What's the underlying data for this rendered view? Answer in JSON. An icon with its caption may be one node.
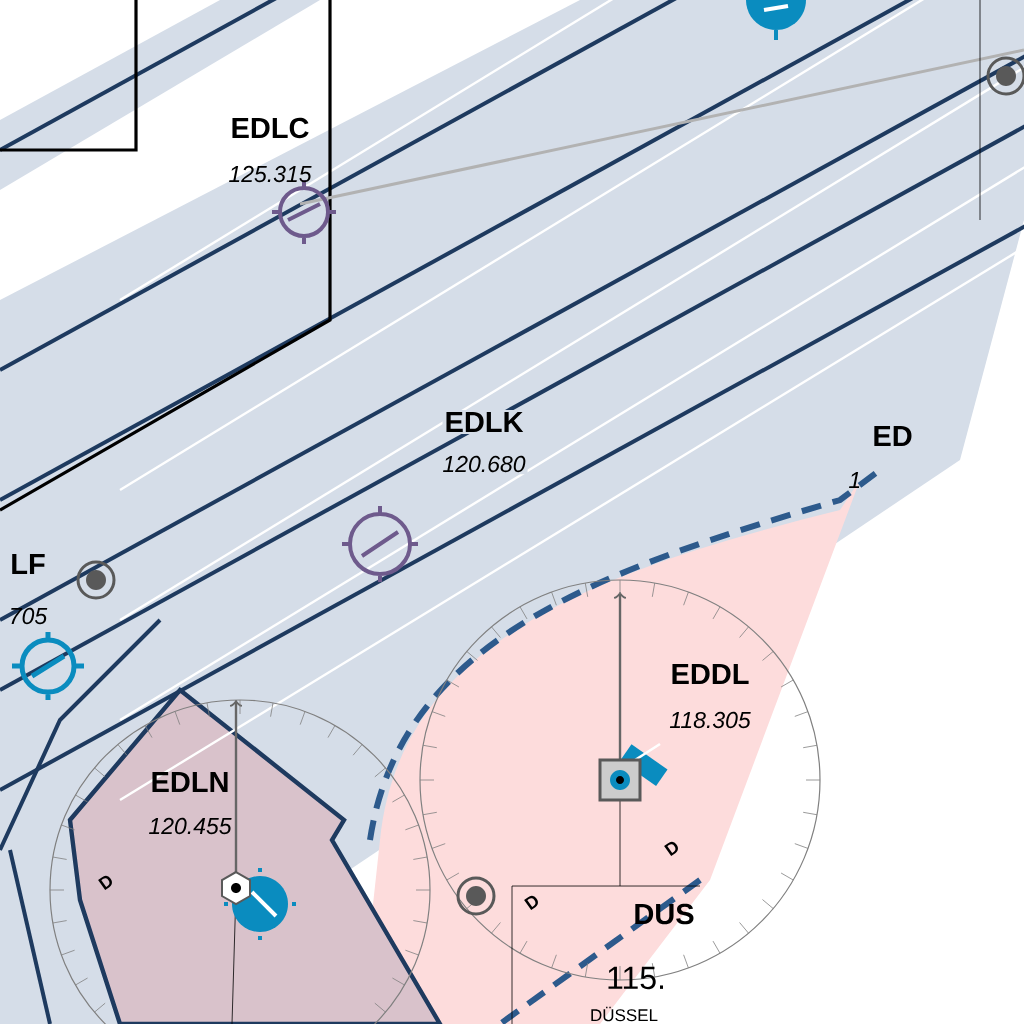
{
  "diagram": {
    "labels": [
      "EDLC",
      "125.315",
      "EDLK",
      "120.680",
      "ED",
      "1",
      "LF",
      "705",
      "EDDL",
      "118.305",
      "EDLN",
      "120.455",
      "D",
      "D",
      "D",
      "DUS",
      "115.",
      "DÜSSEL"
    ]
  }
}
